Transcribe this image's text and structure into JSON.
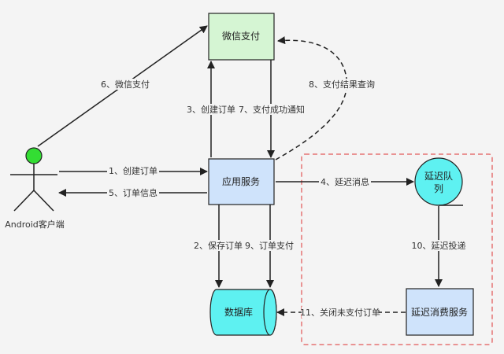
{
  "nodes": {
    "wechat_pay": "微信支付",
    "app_service": "应用服务",
    "database": "数据库",
    "delay_queue_line1": "延迟队",
    "delay_queue_line2": "列",
    "delay_consumer": "延迟消费服务",
    "android_client": "Android客户端"
  },
  "edges": {
    "e1": "1、创建订单",
    "e2": "2、保存订单",
    "e3": "3、创建订单",
    "e4": "4、延迟消息",
    "e5": "5、订单信息",
    "e6": "6、微信支付",
    "e7": "7、支付成功通知",
    "e8": "8、支付结果查询",
    "e9": "9、订单支付",
    "e10": "10、延迟投递",
    "e11": "11、关闭未支付订单"
  },
  "colors": {
    "wechat_fill": "#d5f5d3",
    "service_fill": "#cfe3fb",
    "queue_fill": "#5ef1f1",
    "actor_head": "#33dd33",
    "group_border": "#e57373"
  }
}
